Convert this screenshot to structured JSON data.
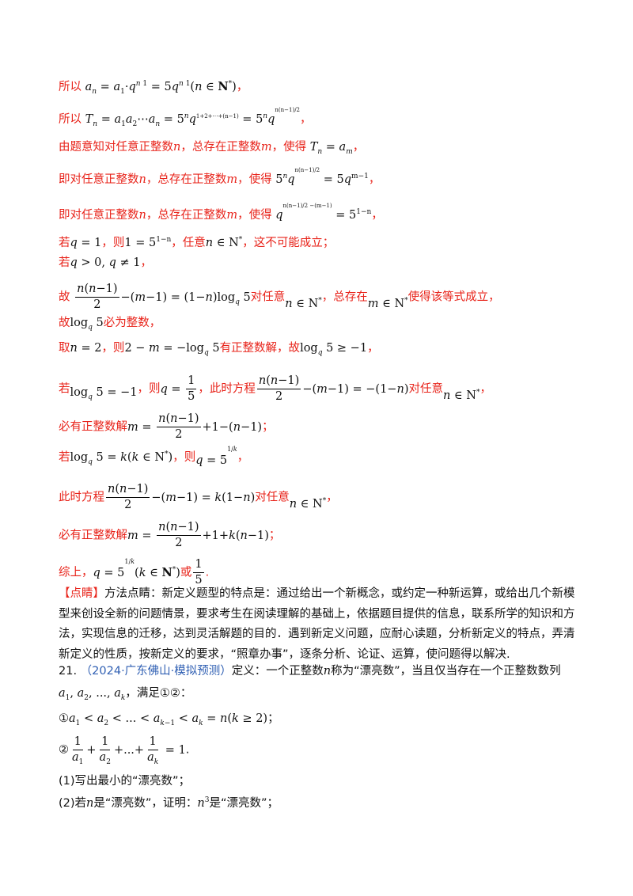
{
  "lines": {
    "l1": {
      "pre": "所以",
      "post": "，"
    },
    "l2": {
      "pre": "所以",
      "post": "，"
    },
    "l3": {
      "pre": "由题意知对任意正整数",
      "n": "n",
      "mid": "，总存在正整数",
      "m": "m",
      "mid2": "，使得",
      "post": "，"
    },
    "l4": {
      "pre": "即对任意正整数",
      "n": "n",
      "mid": "，总存在正整数",
      "m": "m",
      "mid2": "，使得",
      "post": "，"
    },
    "l5": {
      "pre": "即对任意正整数",
      "n": "n",
      "mid": "，总存在正整数",
      "m": "m",
      "mid2": "，使得",
      "post": "，"
    },
    "l6": {
      "pre": "若",
      "mid": "，则",
      "mid2": "，任意",
      "post": "，这不可能成立；"
    },
    "l7": {
      "pre": "若",
      "post": "，"
    },
    "l8": {
      "pre": "故",
      "mid": "对任意",
      "mid2": "，总存在",
      "post": "使得该等式成立，"
    },
    "l9": {
      "pre": "故",
      "post": "必为整数，"
    },
    "l10": {
      "pre": "取",
      "mid": "，则",
      "mid2": "有正整数解，故",
      "post": "，"
    },
    "l11": {
      "pre": "若",
      "mid": "，则",
      "mid2": "，此时方程",
      "mid3": "对任意",
      "post": "，"
    },
    "l12": {
      "pre": "必有正整数解",
      "post": "；"
    },
    "l13": {
      "pre": "若",
      "mid": "，则",
      "post": "，"
    },
    "l14": {
      "pre": "此时方程",
      "mid": "对任意",
      "post": "，"
    },
    "l15": {
      "pre": "必有正整数解",
      "post": "；"
    },
    "l16": {
      "pre": "综上，",
      "mid": "或",
      "post": "."
    }
  },
  "comment": {
    "tag": "【点睛】",
    "text": "方法点睛：新定义题型的特点是：通过给出一个新概念，或约定一种新运算，或给出几个新模型来创设全新的问题情景，要求考生在阅读理解的基础上，依据题目提供的信息，联系所学的知识和方法，实现信息的迁移，达到灵活解题的目的．遇到新定义问题，应耐心读题，分析新定义的特点，弄清新定义的性质，按新定义的要求，“照章办事”，逐条分析、论证、运算，使问题得以解决."
  },
  "problem": {
    "number": "21.",
    "source": "（2024·广东佛山·模拟预测）",
    "intro": "定义：一个正整数",
    "intro2": "称为“漂亮数”，当且仅当存在一个正整数数列",
    "cond_intro": "，满足①②：",
    "c1_mark": "①",
    "c2_mark": "②",
    "q1": "(1)写出最小的“漂亮数”；",
    "q2_pre": "(2)若",
    "q2_mid": "是“漂亮数”，证明：",
    "q2_post": "是“漂亮数”；"
  },
  "colors": {
    "answer_red": "#e8231a",
    "source_blue": "#2f5fb3",
    "text": "#111111"
  }
}
